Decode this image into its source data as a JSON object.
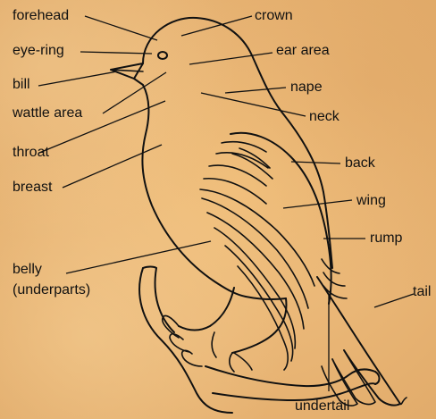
{
  "labels": {
    "forehead": "forehead",
    "crown": "crown",
    "eye_ring": "eye-ring",
    "ear_area": "ear area",
    "bill": "bill",
    "nape": "nape",
    "wattle_area": "wattle area",
    "neck": "neck",
    "throat": "throat",
    "back": "back",
    "breast": "breast",
    "wing": "wing",
    "rump": "rump",
    "belly": "belly",
    "underparts": "(underparts)",
    "tail": "tail",
    "undertail": "undertail"
  }
}
